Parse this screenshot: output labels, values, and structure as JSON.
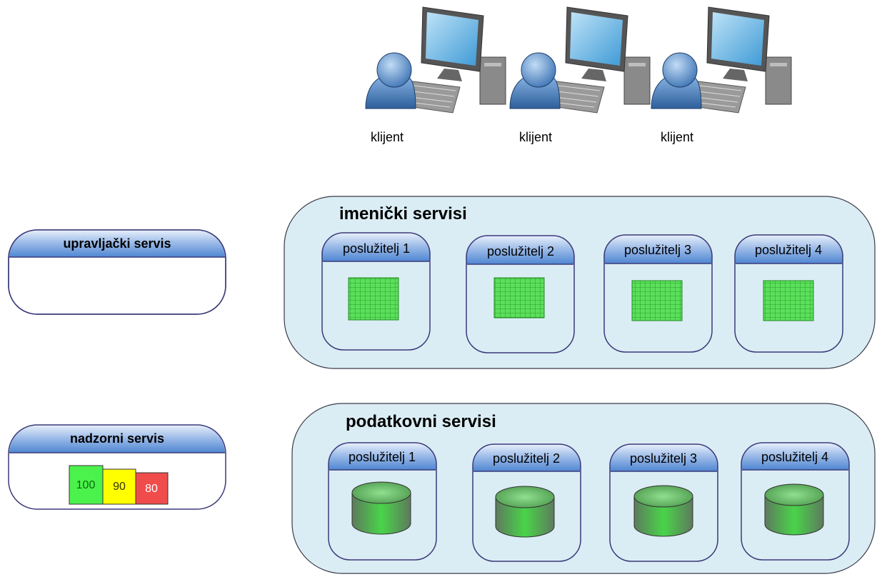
{
  "clients": [
    {
      "label": "klijent"
    },
    {
      "label": "klijent"
    },
    {
      "label": "klijent"
    }
  ],
  "management": {
    "title": "upravljački servis"
  },
  "monitoring": {
    "title": "nadzorni servis",
    "bars": [
      {
        "value": "100",
        "color": "#4cf24c",
        "text_color": "#0a6a0a"
      },
      {
        "value": "90",
        "color": "#ffff00",
        "text_color": "#333300"
      },
      {
        "value": "80",
        "color": "#f04c4c",
        "text_color": "#ffffff"
      }
    ]
  },
  "directory_services": {
    "title": "imenički servisi",
    "servers": [
      {
        "label": "poslužitelj 1"
      },
      {
        "label": "poslužitelj 2"
      },
      {
        "label": "poslužitelj 3"
      },
      {
        "label": "poslužitelj 4"
      }
    ]
  },
  "data_services": {
    "title": "podatkovni servisi",
    "servers": [
      {
        "label": "poslužitelj 1"
      },
      {
        "label": "poslužitelj 2"
      },
      {
        "label": "poslužitelj 3"
      },
      {
        "label": "poslužitelj 4"
      }
    ]
  },
  "colors": {
    "container_fill": "#dbedf4",
    "header_blue": "#5a8fd6",
    "border": "#3a3a7a",
    "grid_green": "#33dd33",
    "disk_green": "#3ec33e"
  }
}
